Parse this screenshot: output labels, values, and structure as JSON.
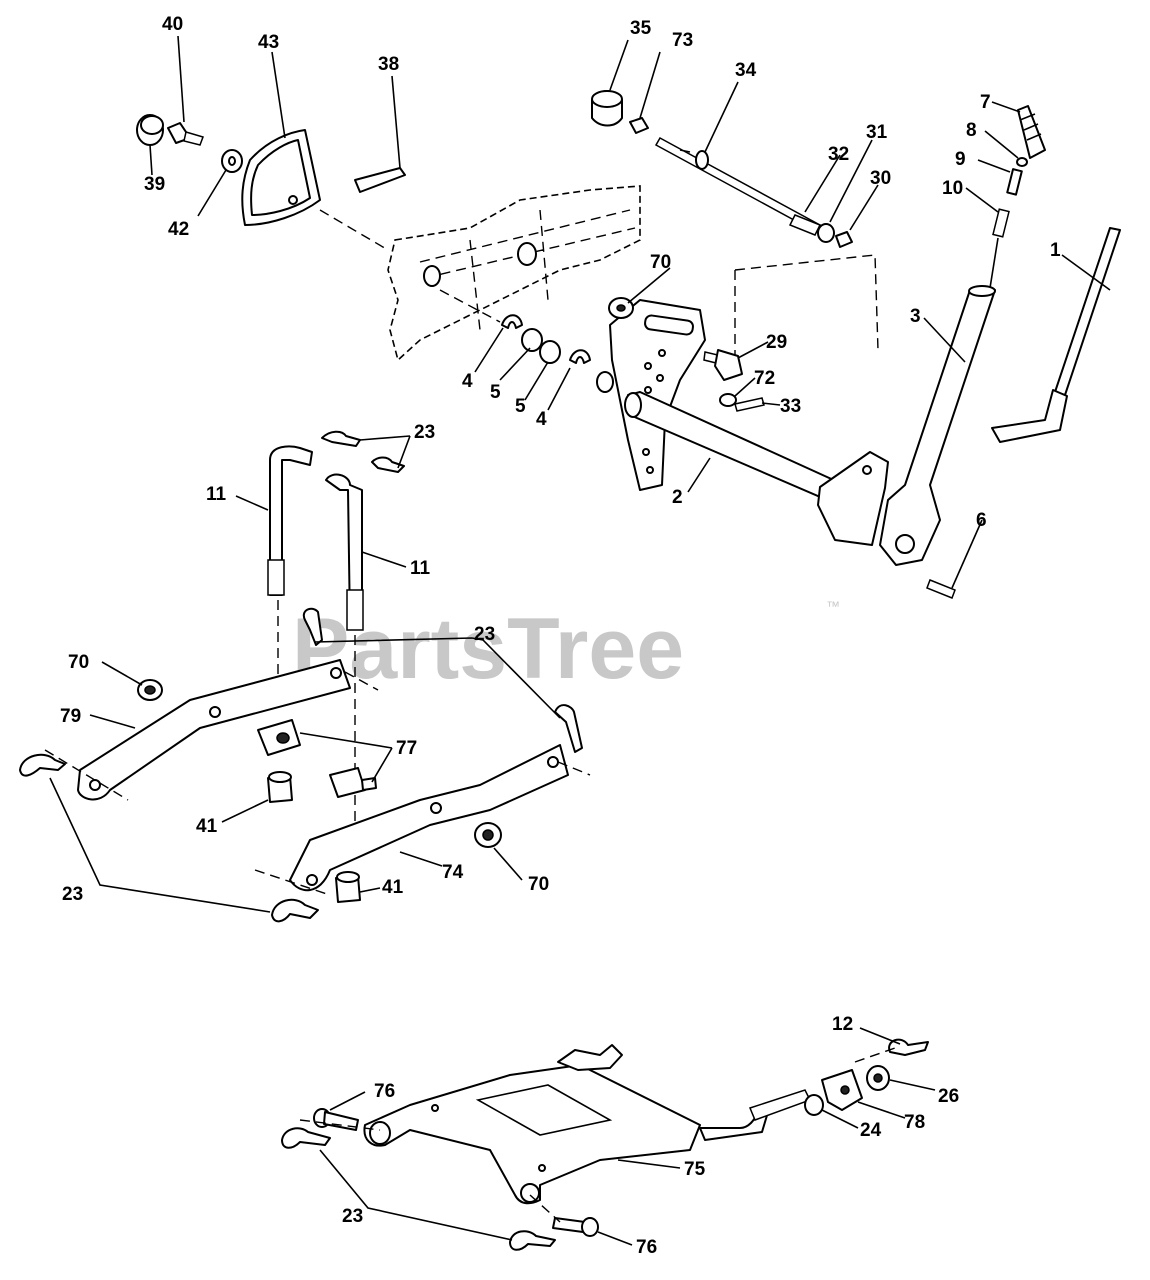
{
  "watermark": {
    "text": "PartsTree",
    "trademark": "™",
    "color": "#c8c8c8"
  },
  "callouts": [
    {
      "id": "c40",
      "label": "40"
    },
    {
      "id": "c43",
      "label": "43"
    },
    {
      "id": "c38",
      "label": "38"
    },
    {
      "id": "c39",
      "label": "39"
    },
    {
      "id": "c42",
      "label": "42"
    },
    {
      "id": "c35",
      "label": "35"
    },
    {
      "id": "c73",
      "label": "73"
    },
    {
      "id": "c34",
      "label": "34"
    },
    {
      "id": "c7",
      "label": "7"
    },
    {
      "id": "c8",
      "label": "8"
    },
    {
      "id": "c31",
      "label": "31"
    },
    {
      "id": "c32",
      "label": "32"
    },
    {
      "id": "c9",
      "label": "9"
    },
    {
      "id": "c30",
      "label": "30"
    },
    {
      "id": "c10",
      "label": "10"
    },
    {
      "id": "c1",
      "label": "1"
    },
    {
      "id": "c70a",
      "label": "70"
    },
    {
      "id": "c3",
      "label": "3"
    },
    {
      "id": "c29",
      "label": "29"
    },
    {
      "id": "c72",
      "label": "72"
    },
    {
      "id": "c33",
      "label": "33"
    },
    {
      "id": "c4a",
      "label": "4"
    },
    {
      "id": "c5a",
      "label": "5"
    },
    {
      "id": "c5b",
      "label": "5"
    },
    {
      "id": "c4b",
      "label": "4"
    },
    {
      "id": "c23a",
      "label": "23"
    },
    {
      "id": "c11a",
      "label": "11"
    },
    {
      "id": "c2",
      "label": "2"
    },
    {
      "id": "c6",
      "label": "6"
    },
    {
      "id": "c11b",
      "label": "11"
    },
    {
      "id": "c23b",
      "label": "23"
    },
    {
      "id": "c70b",
      "label": "70"
    },
    {
      "id": "c79",
      "label": "79"
    },
    {
      "id": "c77",
      "label": "77"
    },
    {
      "id": "c41a",
      "label": "41"
    },
    {
      "id": "c74",
      "label": "74"
    },
    {
      "id": "c70c",
      "label": "70"
    },
    {
      "id": "c23c",
      "label": "23"
    },
    {
      "id": "c41b",
      "label": "41"
    },
    {
      "id": "c12",
      "label": "12"
    },
    {
      "id": "c76a",
      "label": "76"
    },
    {
      "id": "c26",
      "label": "26"
    },
    {
      "id": "c78",
      "label": "78"
    },
    {
      "id": "c24",
      "label": "24"
    },
    {
      "id": "c75",
      "label": "75"
    },
    {
      "id": "c23d",
      "label": "23"
    },
    {
      "id": "c76b",
      "label": "76"
    }
  ]
}
